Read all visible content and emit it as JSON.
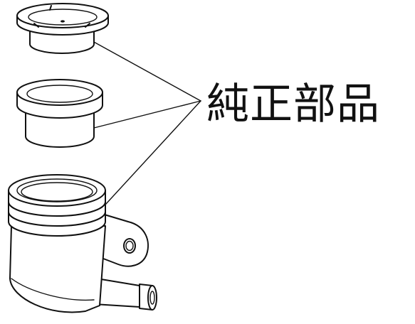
{
  "label": {
    "text": "純正部品"
  },
  "parts": [
    {
      "name": "diaphragm-cap"
    },
    {
      "name": "rubber-diaphragm"
    },
    {
      "name": "reservoir-body"
    }
  ]
}
